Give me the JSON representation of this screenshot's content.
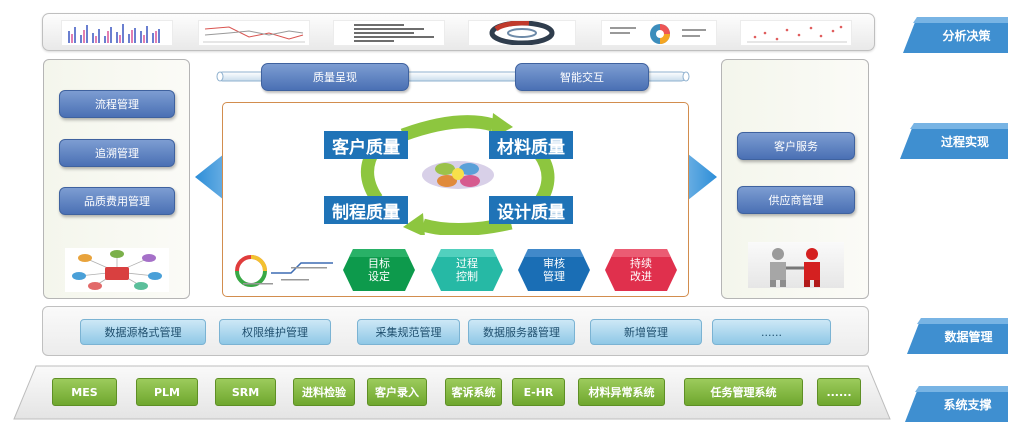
{
  "layers": {
    "analysis": "分析决策",
    "process": "过程实现",
    "data": "数据管理",
    "support": "系统支撑"
  },
  "capabilities": {
    "quality_present": "质量呈现",
    "smart_interaction": "智能交互"
  },
  "left_modules": [
    "流程管理",
    "追溯管理",
    "品质费用管理"
  ],
  "right_modules": [
    "客户服务",
    "供应商管理"
  ],
  "cycle": {
    "customer": "客户质量",
    "material": "材料质量",
    "process": "制程质量",
    "design": "设计质量"
  },
  "steps": [
    "目标\n设定",
    "过程\n控制",
    "审核\n管理",
    "持续\n改进"
  ],
  "data_modules": [
    "数据源格式管理",
    "权限维护管理",
    "采集规范管理",
    "数据服务器管理",
    "新增管理",
    "......"
  ],
  "systems": [
    "MES",
    "PLM",
    "SRM",
    "进料检验",
    "客户录入",
    "客诉系统",
    "E-HR",
    "材料异常系统",
    "任务管理系统",
    "......"
  ],
  "colors": {
    "layer_tag": "#3f8fd0",
    "module_blue": "#4a70b4",
    "quality_label": "#1f73b7",
    "cycle_green": "#8dc63f",
    "system_green": "#6fa72e",
    "step_colors": [
      "#0d9a4c",
      "#26b9a5",
      "#1a6eb5",
      "#e0304d"
    ]
  }
}
